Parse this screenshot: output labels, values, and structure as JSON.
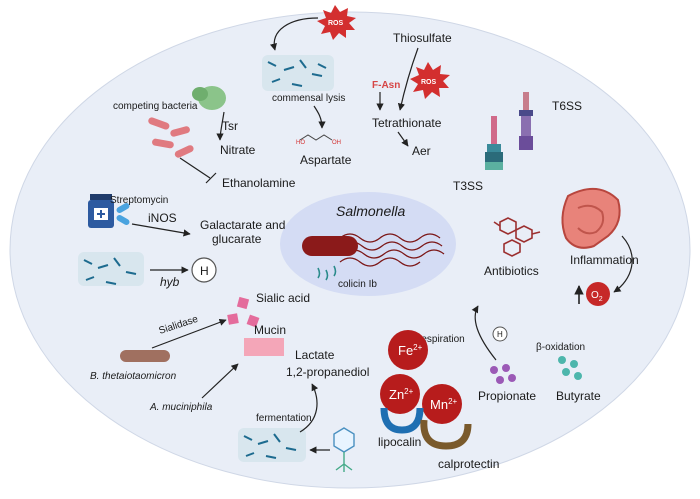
{
  "labels": {
    "salmonella": "Salmonella",
    "colicin": "colicin Ib",
    "ros_top": "ROS",
    "ros_right": "ROS",
    "commensal_lysis": "commensal lysis",
    "aspartate": "Aspartate",
    "thiosulfate": "Thiosulfate",
    "f_asn": "F-Asn",
    "tetrathionate": "Tetrathionate",
    "aer": "Aer",
    "t6ss": "T6SS",
    "t3ss": "T3SS",
    "competing_bacteria": "competing bacteria",
    "tsr": "Tsr",
    "nitrate": "Nitrate",
    "ethanolamine": "Ethanolamine",
    "streptomycin": "Streptomycin",
    "inos": "iNOS",
    "galactarate_line1": "Galactarate and",
    "galactarate_line2": "glucarate",
    "hyb": "hyb",
    "h_symbol": "H",
    "sialic_acid": "Sialic acid",
    "sialidase": "Sialidase",
    "mucin": "Mucin",
    "b_theta": "B. thetaiotaomicron",
    "a_muciniphila": "A. muciniphila",
    "lactate": "Lactate",
    "propanediol": "1,2-propanediol",
    "fermentation": "fermentation",
    "antibiotics": "Antibiotics",
    "inflammation": "Inflammation",
    "o2": "O",
    "o2_sub": "2",
    "respiration": "respiration",
    "h_small": "H",
    "beta_oxidation": "β-oxidation",
    "propionate": "Propionate",
    "butyrate": "Butyrate",
    "fe": "Fe",
    "fe_sup": "2+",
    "zn": "Zn",
    "zn_sup": "2+",
    "mn": "Mn",
    "mn_sup": "2+",
    "lipocalin": "lipocalin",
    "calprotectin": "calprotectin"
  },
  "colors": {
    "background_ellipse": "#e9eef7",
    "salmonella_ellipse": "#d4dcf4",
    "bacterium": "#8b1a1a",
    "ros": "#d32f2f",
    "metal": "#b71c1c",
    "lipocalin_blue": "#1f6fb2",
    "sialic_pink": "#e46c9c",
    "accent_red_text": "#d64545"
  },
  "icons": [
    "ros-burst-icon",
    "bacteria-cluster-icon",
    "pill-bottle-icon",
    "t6ss-syringe-icon",
    "t3ss-syringe-icon",
    "intestine-icon",
    "phage-icon",
    "hydrogen-icon"
  ]
}
